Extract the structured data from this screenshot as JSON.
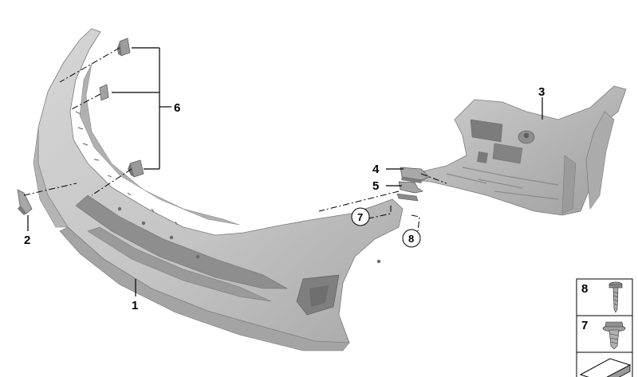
{
  "parts": [
    {
      "id": "p1",
      "number": "1",
      "name": "front-bumper-panel"
    },
    {
      "id": "p2",
      "number": "2",
      "name": "side-bracket-clip"
    },
    {
      "id": "p3",
      "number": "3",
      "name": "bumper-mounting-bracket"
    },
    {
      "id": "p4",
      "number": "4",
      "name": "guide-clip-upper"
    },
    {
      "id": "p5",
      "number": "5",
      "name": "guide-clip-lower"
    },
    {
      "id": "p6",
      "number": "6",
      "name": "bumper-retaining-clips"
    },
    {
      "id": "p7",
      "number": "7",
      "name": "collar-nut"
    },
    {
      "id": "p8",
      "number": "8",
      "name": "screw"
    }
  ],
  "legend": [
    {
      "number": "8",
      "icon": "screw-icon"
    },
    {
      "number": "7",
      "icon": "collar-nut-icon"
    },
    {
      "number": "",
      "icon": "wedge-sheet-icon"
    }
  ],
  "colors": {
    "part_fill": "#c8c8c8",
    "part_shade": "#a9a9a9",
    "part_dark": "#8c8c8c",
    "line": "#000000"
  }
}
